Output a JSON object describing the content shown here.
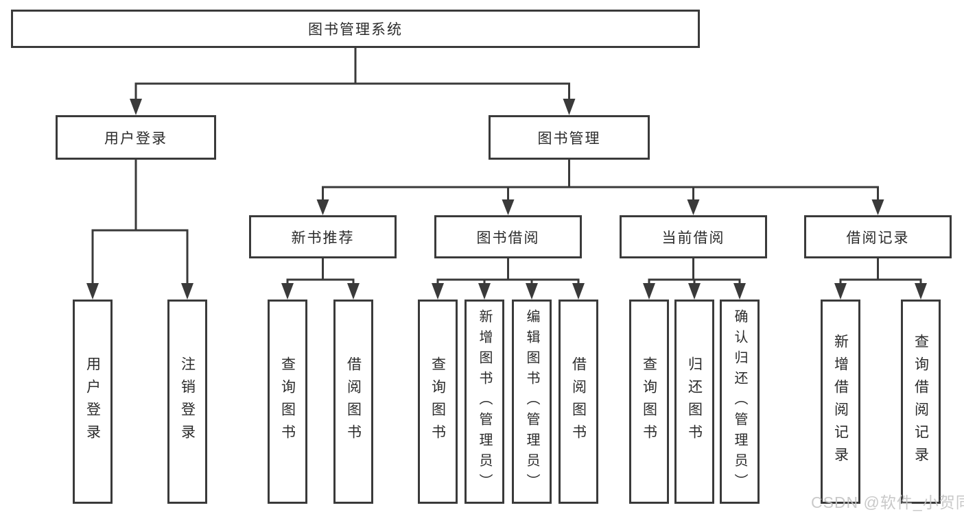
{
  "diagram": {
    "title": "图书管理系统",
    "branches": [
      {
        "label": "用户登录",
        "children": [
          {
            "label": "用户登录"
          },
          {
            "label": "注销登录"
          }
        ]
      },
      {
        "label": "图书管理",
        "children": [
          {
            "label": "新书推荐",
            "children": [
              {
                "label": "查询图书"
              },
              {
                "label": "借阅图书"
              }
            ]
          },
          {
            "label": "图书借阅",
            "children": [
              {
                "label": "查询图书"
              },
              {
                "label": "新增图书（管理员）"
              },
              {
                "label": "编辑图书（管理员）"
              },
              {
                "label": "借阅图书"
              }
            ]
          },
          {
            "label": "当前借阅",
            "children": [
              {
                "label": "查询图书"
              },
              {
                "label": "归还图书"
              },
              {
                "label": "确认归还（管理员）"
              }
            ]
          },
          {
            "label": "借阅记录",
            "children": [
              {
                "label": "新增借阅记录"
              },
              {
                "label": "查询借阅记录"
              }
            ]
          }
        ]
      }
    ]
  },
  "watermark": {
    "text": "CSDN @软件_小贺同学"
  },
  "style": {
    "line_color": "#3a3a3a",
    "text_color": "#2b2b2b",
    "box_background": "#ffffff",
    "canvas_background": "#ffffff",
    "watermark_color": "#c4c4c4"
  }
}
